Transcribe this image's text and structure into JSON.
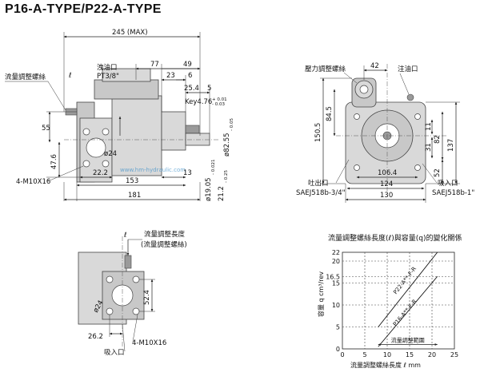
{
  "title": "P16-A-TYPE/P22-A-TYPE",
  "side_view": {
    "dim_245": "245 (MAX)",
    "dim_77": "77",
    "dim_49": "49",
    "dim_23": "23",
    "dim_6a": "6",
    "dim_25_4": "25.4",
    "dim_5": "5",
    "dim_55": "55",
    "dim_47_6": "47.6",
    "dim_22_2": "22.2",
    "dim_13": "13",
    "dim_153": "153",
    "dim_181": "181",
    "lbl_flow_screw": "流量調整螺絲",
    "lbl_l": "ℓ",
    "lbl_drain": "洩油口",
    "lbl_pt38": "PT3/8\"",
    "lbl_key": "Key4.76",
    "lbl_key_tol_top": "+ 0.01",
    "lbl_key_tol_bot": "- 0.03",
    "lbl_24": "ø24",
    "lbl_bolts": "4-M10X16",
    "lbl_shaft_dia": "ø19.05",
    "lbl_shaft_tol": "- 0.021",
    "lbl_21_2": "21.2",
    "lbl_21_2_tol": "- 0.25",
    "lbl_82_55": "ø82.55",
    "lbl_82_55_tol": "- 0.05",
    "watermark": "www.hm-hydraulic.com"
  },
  "front_view": {
    "lbl_pressure_screw": "壓力調整螺絲",
    "lbl_outlet_top": "注油口",
    "dim_42": "42",
    "dim_150_5": "150.5",
    "dim_84_5": "84.5",
    "dim_82": "82",
    "dim_137": "137",
    "dim_11": "11",
    "dim_31": "31",
    "dim_52": "52",
    "dim_106_4": "106.4",
    "dim_124": "124",
    "dim_130": "130",
    "lbl_discharge": "吐出口",
    "lbl_suction": "吸入口",
    "lbl_sae_out": "SAEJ518b-3/4\"",
    "lbl_sae_in": "SAEJ518b-1\""
  },
  "detail_view": {
    "lbl_l": "ℓ",
    "lbl_len": "流量調整長度",
    "lbl_len_sub": "(流量調整螺絲)",
    "lbl_24": "ø24",
    "dim_52_4": "52.4",
    "dim_26_2": "26.2",
    "lbl_bolts": "4-M10X16",
    "lbl_suction": "吸入口"
  },
  "chart_data": {
    "type": "line",
    "title": "流量調整螺絲長度(ℓ)與容量(q)的變化關係",
    "xlabel": "流量調整螺絲長度 ℓ mm",
    "ylabel": "容量 q cm³/rev",
    "x_ticks": [
      "0",
      "5",
      "10",
      "15",
      "20",
      "25"
    ],
    "y_ticks": [
      "0",
      "5",
      "10",
      "15",
      "16.5",
      "20",
      "22"
    ],
    "xlim": [
      0,
      25
    ],
    "ylim": [
      0,
      22
    ],
    "grid": true,
    "range_label": "流量調整範圍",
    "series": [
      {
        "name": "P22-A**-F-R",
        "x": [
          8,
          21.2
        ],
        "y": [
          5,
          22
        ]
      },
      {
        "name": "P16-A**-F-R",
        "x": [
          8,
          21.2
        ],
        "y": [
          0.5,
          16.5
        ]
      }
    ]
  }
}
